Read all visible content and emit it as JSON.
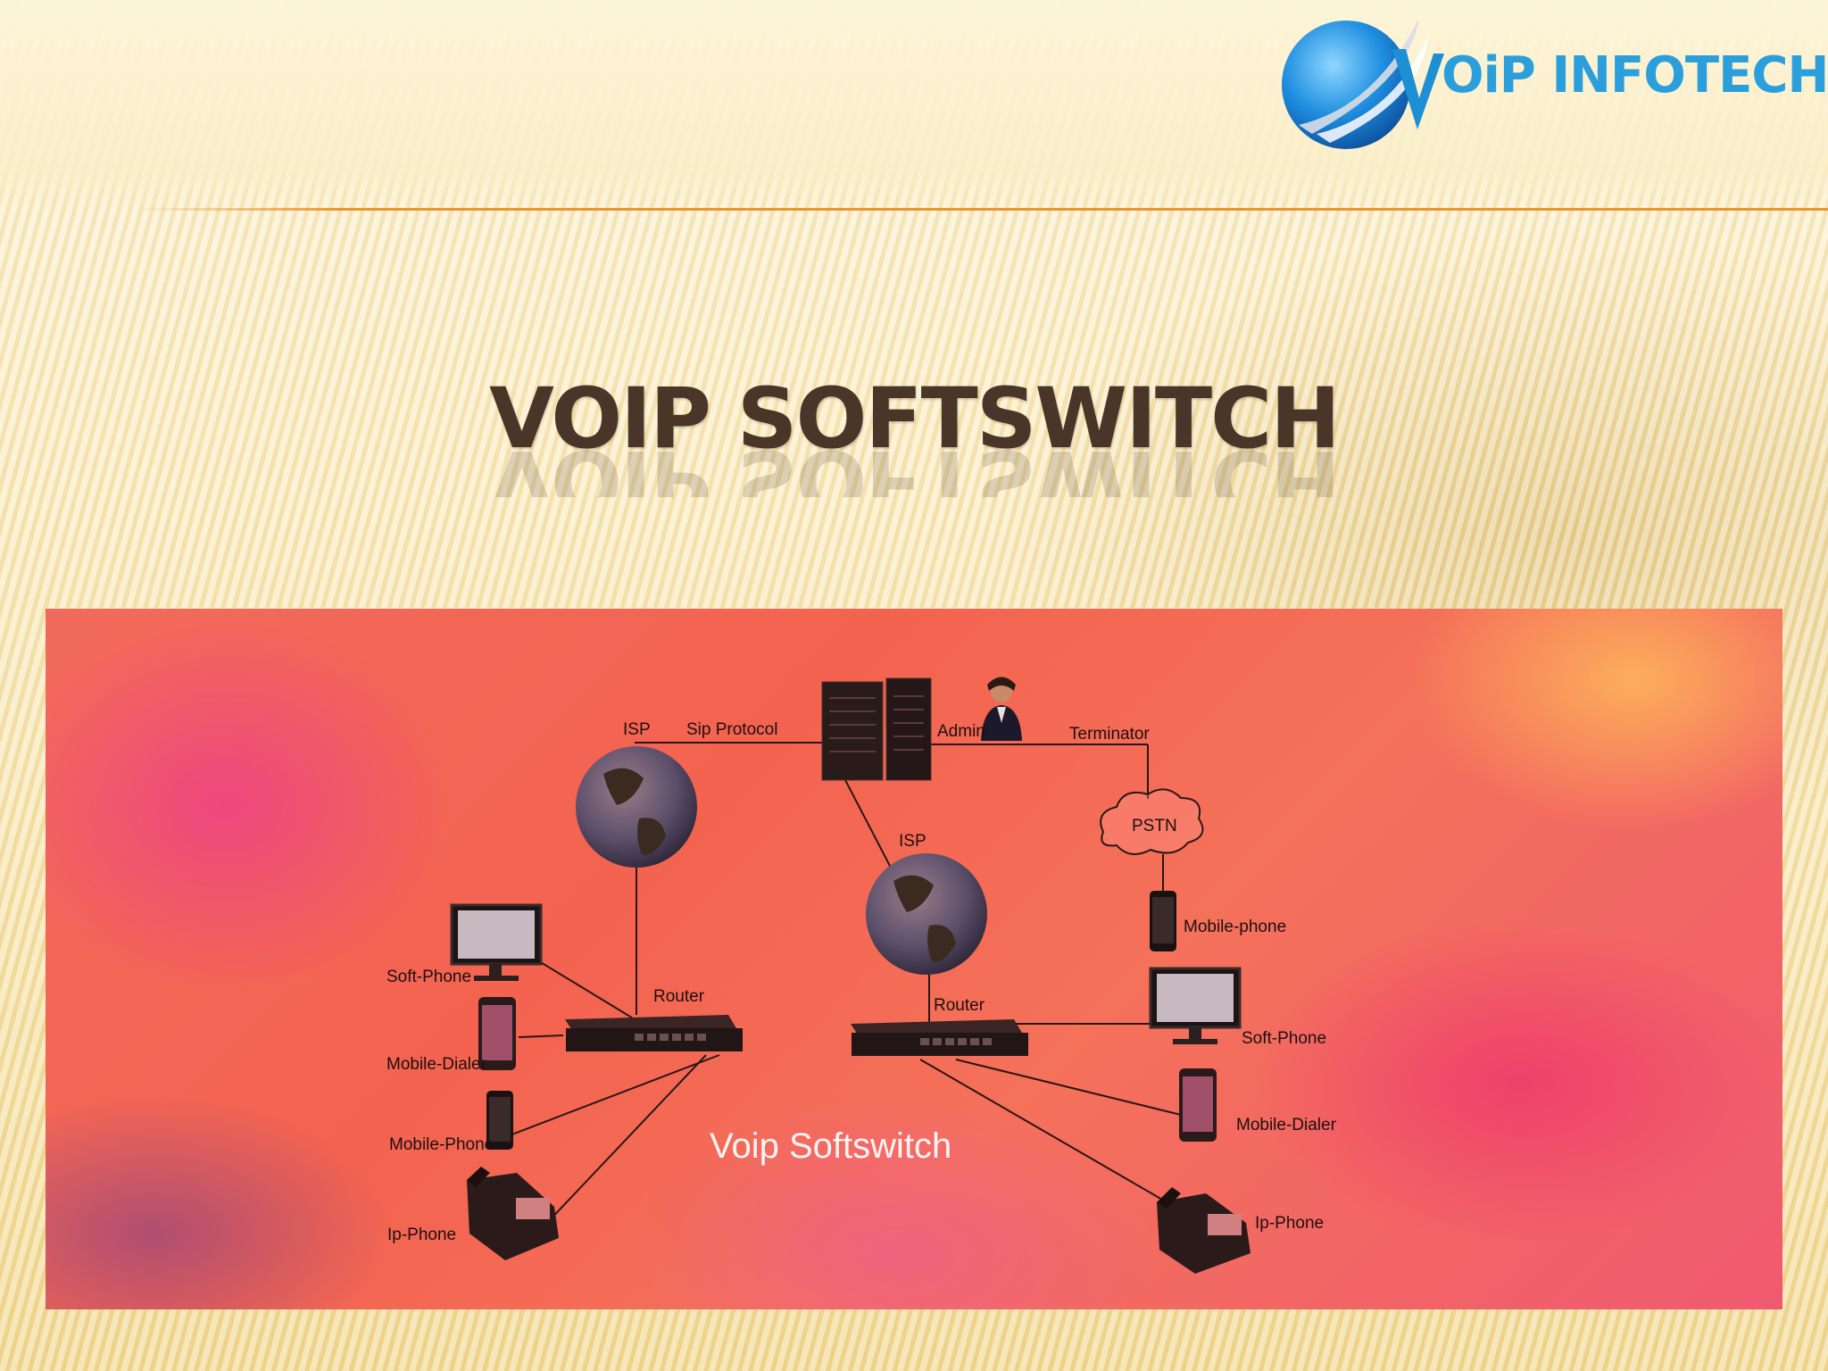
{
  "logo": {
    "text": "OiP INFOTECH",
    "brand_color": "#2a9fdc"
  },
  "slide": {
    "title": "VOIP SOFTSWITCH",
    "title_color": "#4a3628",
    "accent_line_color": "#e8982f"
  },
  "diagram": {
    "overlay_title": "Voip Softswitch",
    "labels": {
      "isp_left": "ISP",
      "sip_protocol": "Sip Protocol",
      "admin": "Admin",
      "terminator": "Terminator",
      "pstn": "PSTN",
      "isp_right": "ISP",
      "mobile_phone_right": "Mobile-phone",
      "router_left": "Router",
      "router_right": "Router",
      "soft_phone_left": "Soft-Phone",
      "mobile_dialer_left": "Mobile-Dialer",
      "mobile_phone_left": "Mobile-Phone",
      "ip_phone_left": "Ip-Phone",
      "soft_phone_right": "Soft-Phone",
      "mobile_dialer_right": "Mobile-Dialer",
      "ip_phone_right": "Ip-Phone"
    }
  }
}
